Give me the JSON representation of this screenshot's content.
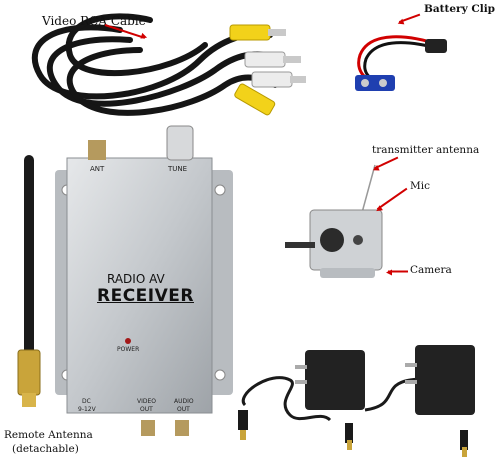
{
  "labels": {
    "rca_cable": "Video RCA Cable",
    "battery_clip": "Battery Clip",
    "transmitter_antenna": "transmitter antenna",
    "mic": "Mic",
    "camera": "Camera",
    "remote_antenna": "Remote Antenna",
    "detachable": "(detachable)"
  },
  "receiver": {
    "title_small": "RADIO AV",
    "title_big": "RECEIVER",
    "ant": "ANT",
    "tune": "TUNE",
    "power": "POWER",
    "dc": "DC",
    "dc_volts": "9-12V",
    "video": "VIDEO",
    "audio": "AUDIO",
    "out1": "OUT",
    "out2": "OUT"
  },
  "colors": {
    "arrow": "#d10000",
    "rca_yellow": "#f2d21a",
    "rca_white": "#ececec",
    "battery_blue": "#1f3fb0",
    "cable_black": "#151515"
  },
  "icons": [
    "rca-cable-icon",
    "battery-clip-icon",
    "receiver-icon",
    "antenna-icon",
    "camera-icon",
    "power-adapter-icon"
  ]
}
